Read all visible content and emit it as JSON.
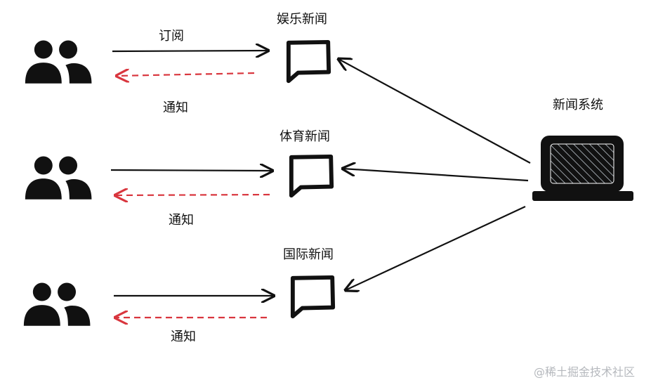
{
  "topics": [
    {
      "label": "娱乐新闻",
      "subscribe_label": "订阅",
      "notify_label": "通知"
    },
    {
      "label": "体育新闻",
      "notify_label": "通知"
    },
    {
      "label": "国际新闻",
      "notify_label": "通知"
    }
  ],
  "system": {
    "label": "新闻系统"
  },
  "colors": {
    "stroke": "#111111",
    "notify": "#d9363e",
    "hatch": "#9aa0a6"
  },
  "icons": {
    "subscriber": "users-icon",
    "topic": "message-box-icon",
    "system": "laptop-icon"
  },
  "watermark": "@稀土掘金技术社区"
}
